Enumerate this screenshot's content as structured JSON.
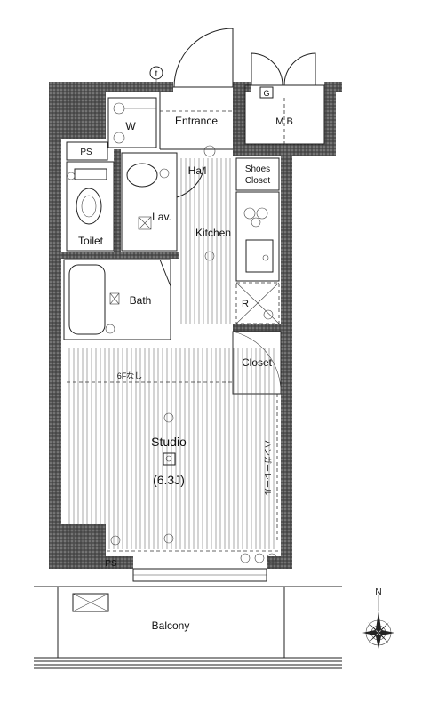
{
  "rooms": {
    "entrance": "Entrance",
    "mb": "M B",
    "mb_g": "G",
    "w": "W",
    "ps_top": "PS",
    "hall": "Hall",
    "shoes_closet": [
      "Shoes",
      "Closet"
    ],
    "toilet": "Toilet",
    "lav": "Lav.",
    "kitchen": "Kitchen",
    "bath": "Bath",
    "r": "R",
    "closet": "Closet",
    "studio": "Studio",
    "studio_size": "(6.3J)",
    "floor_note": "6Fなし",
    "hanger_rail": "ハンガーレール",
    "ps_bottom": "PS",
    "balcony": "Balcony",
    "t_marker": "t",
    "compass_n": "N"
  },
  "colors": {
    "wall": "#2a2a2a",
    "line": "#222222",
    "background": "#ffffff"
  }
}
